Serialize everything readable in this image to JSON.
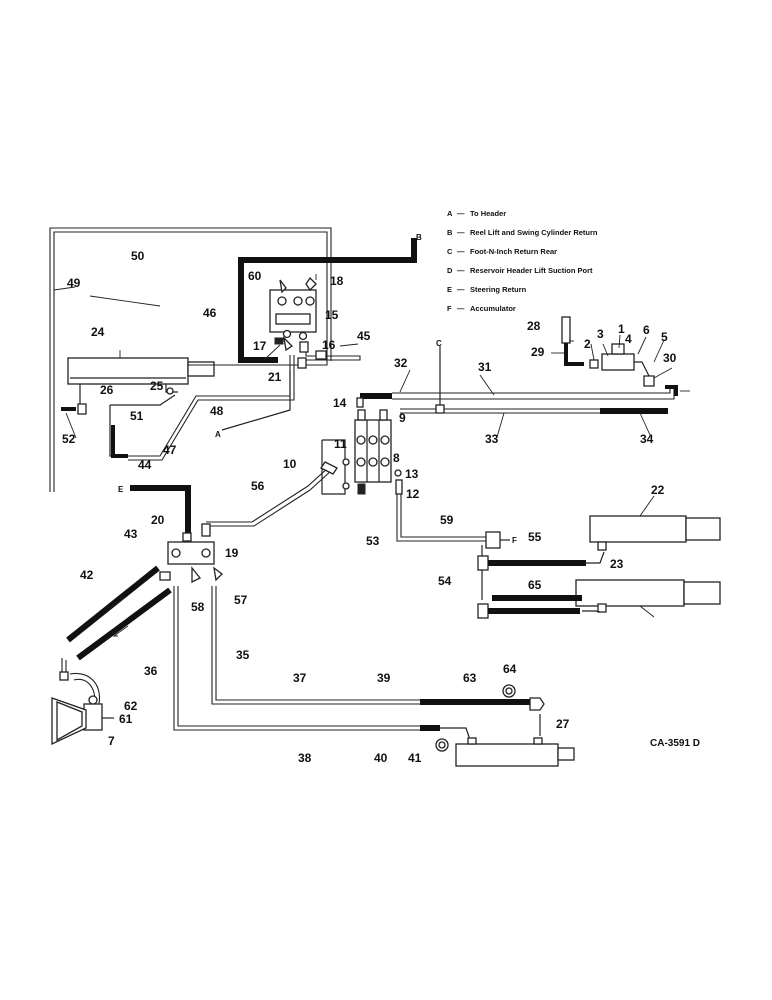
{
  "legend": [
    {
      "key": "A",
      "text": "To Header"
    },
    {
      "key": "B",
      "text": "Reel Lift and Swing Cylinder Return"
    },
    {
      "key": "C",
      "text": "Foot-N-Inch Return Rear"
    },
    {
      "key": "D",
      "text": "Reservoir Header Lift Suction Port"
    },
    {
      "key": "E",
      "text": "Steering Return"
    },
    {
      "key": "F",
      "text": "Accumulator"
    }
  ],
  "drawing_code": "CA-3591 D",
  "callouts": [
    "1",
    "2",
    "3",
    "4",
    "5",
    "6",
    "7",
    "8",
    "9",
    "10",
    "11",
    "12",
    "13",
    "14",
    "15",
    "16",
    "17",
    "18",
    "19",
    "20",
    "21",
    "22",
    "23",
    "24",
    "25",
    "26",
    "27",
    "28",
    "29",
    "30",
    "31",
    "32",
    "33",
    "34",
    "35",
    "36",
    "37",
    "38",
    "39",
    "40",
    "41",
    "42",
    "43",
    "44",
    "45",
    "46",
    "47",
    "48",
    "49",
    "50",
    "51",
    "52",
    "53",
    "54",
    "55",
    "56",
    "57",
    "58",
    "59",
    "60",
    "61",
    "62",
    "63",
    "64",
    "65"
  ],
  "line_letters": {
    "a": "A",
    "b": "B",
    "c": "C",
    "e": "E",
    "f": "F"
  }
}
